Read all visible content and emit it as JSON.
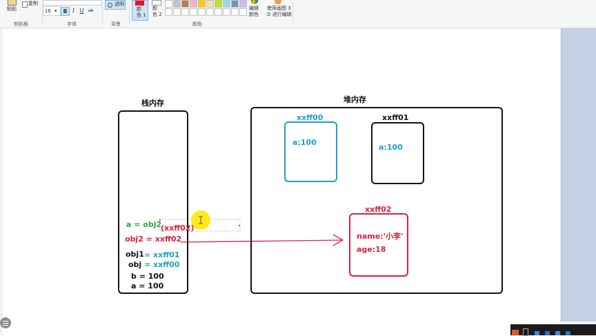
{
  "ribbon": {
    "clipboard": {
      "paste_label": "粘贴",
      "copy_label": "复制",
      "section_label": "剪贴板"
    },
    "font": {
      "size_value": "16",
      "bold_label": "B",
      "italic_label": "I",
      "underline_label": "U",
      "strike_label": "ab",
      "section_label": "字体"
    },
    "background": {
      "transparent_label": "透明",
      "section_label": "背景"
    },
    "colors": {
      "color1_label": "颜\n色 1",
      "color2_label": "颜\n色 2",
      "edit_colors_label": "编辑\n颜色",
      "paint3d_label": "使用画图 3\nD 进行编辑",
      "section_label": "颜色",
      "color1_value": "#e81123",
      "color2_value": "#ffffff",
      "palette": [
        "#ffffff",
        "#c3c3c3",
        "#b97a57",
        "#ffaec9",
        "#ffc90e",
        "#efe4b0",
        "#b5e61d",
        "#99d9ea",
        "#7092be",
        "#c8bfe7",
        "#ffffff",
        "#ffffff",
        "#ffffff",
        "#ffffff",
        "#ffffff",
        "#ffffff",
        "#ffffff",
        "#ffffff",
        "#ffffff",
        "#ffffff"
      ]
    }
  },
  "diagram": {
    "stack": {
      "title": "栈内存"
    },
    "heap": {
      "title": "堆内存"
    },
    "stack_entries": {
      "a_obj2": "a = obj2",
      "xxff02_note": "(xxff02)",
      "obj2": "obj2 = xxff02",
      "obj1_name": "obj1",
      "obj1_value": "= xxff01",
      "obj_name": "obj",
      "obj_value": "= xxff00",
      "b": "b = 100",
      "a": "a = 100"
    },
    "objects": {
      "xxff00": {
        "label": "xxff00",
        "prop": "a:100"
      },
      "xxff01": {
        "label": "xxff01",
        "prop": "a:100"
      },
      "xxff02": {
        "label": "xxff02",
        "name_prop": "name:'小李'",
        "age_prop": "age:18"
      }
    },
    "colors": {
      "black": "#111111",
      "blue": "#1e9fcf",
      "red": "#d9213a",
      "green": "#2ea043",
      "cursor_yellow": "#ffe800"
    }
  }
}
